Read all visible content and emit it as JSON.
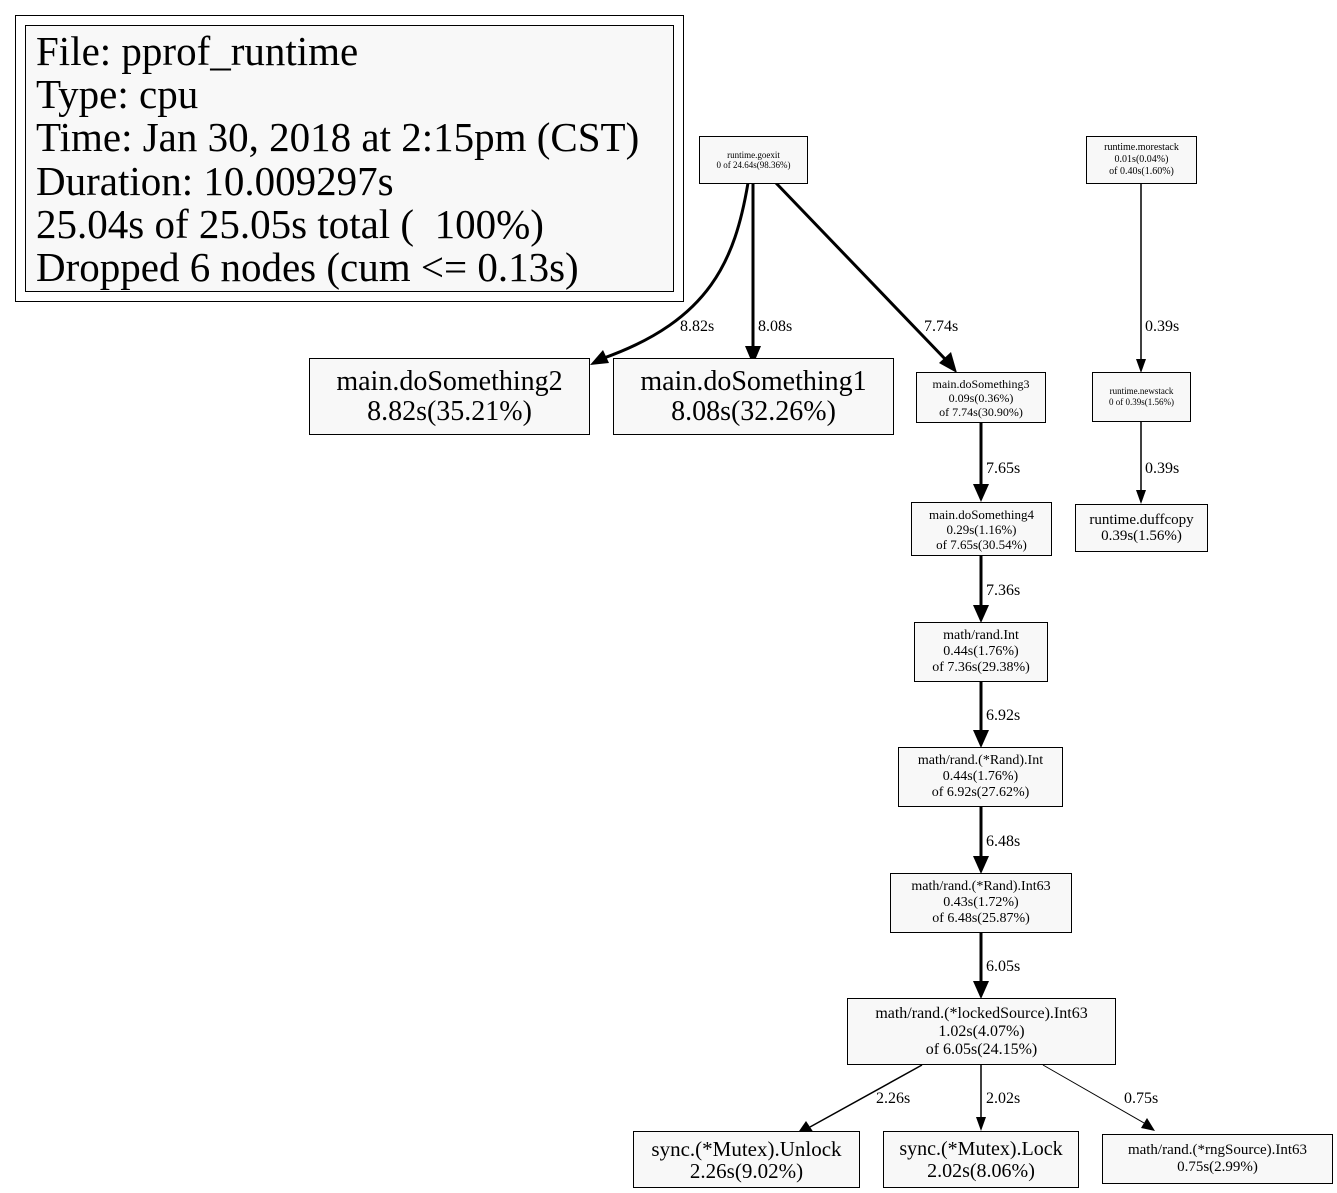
{
  "legend": {
    "file": "File: pprof_runtime",
    "type": "Type: cpu",
    "time": "Time: Jan 30, 2018 at 2:15pm (CST)",
    "duration": "Duration: 10.009297s",
    "total": "25.04s of 25.05s total (  100%)",
    "dropped": "Dropped 6 nodes (cum <= 0.13s)"
  },
  "nodes": {
    "goexit": {
      "name": "runtime.goexit",
      "flat": "0 of 24.64s(98.36%)"
    },
    "morestack": {
      "name": "runtime.morestack",
      "flat": "0.01s(0.04%)",
      "cum": "of 0.40s(1.60%)"
    },
    "doSomething2": {
      "name": "main.doSomething2",
      "flat": "8.82s(35.21%)"
    },
    "doSomething1": {
      "name": "main.doSomething1",
      "flat": "8.08s(32.26%)"
    },
    "doSomething3": {
      "name": "main.doSomething3",
      "flat": "0.09s(0.36%)",
      "cum": "of 7.74s(30.90%)"
    },
    "newstack": {
      "name": "runtime.newstack",
      "flat": "0 of 0.39s(1.56%)"
    },
    "doSomething4": {
      "name": "main.doSomething4",
      "flat": "0.29s(1.16%)",
      "cum": "of 7.65s(30.54%)"
    },
    "duffcopy": {
      "name": "runtime.duffcopy",
      "flat": "0.39s(1.56%)"
    },
    "randInt": {
      "name": "math/rand.Int",
      "flat": "0.44s(1.76%)",
      "cum": "of 7.36s(29.38%)"
    },
    "randRandInt": {
      "name": "math/rand.(*Rand).Int",
      "flat": "0.44s(1.76%)",
      "cum": "of 6.92s(27.62%)"
    },
    "randRandInt63": {
      "name": "math/rand.(*Rand).Int63",
      "flat": "0.43s(1.72%)",
      "cum": "of 6.48s(25.87%)"
    },
    "lockedSource": {
      "name": "math/rand.(*lockedSource).Int63",
      "flat": "1.02s(4.07%)",
      "cum": "of 6.05s(24.15%)"
    },
    "mutexUnlock": {
      "name": "sync.(*Mutex).Unlock",
      "flat": "2.26s(9.02%)"
    },
    "mutexLock": {
      "name": "sync.(*Mutex).Lock",
      "flat": "2.02s(8.06%)"
    },
    "rngSource": {
      "name": "math/rand.(*rngSource).Int63",
      "flat": "0.75s(2.99%)"
    }
  },
  "edges": [
    {
      "id": "goexit-doSomething2",
      "label": "8.82s"
    },
    {
      "id": "goexit-doSomething1",
      "label": "8.08s"
    },
    {
      "id": "goexit-doSomething3",
      "label": "7.74s"
    },
    {
      "id": "morestack-newstack",
      "label": "0.39s"
    },
    {
      "id": "doSomething3-doSomething4",
      "label": "7.65s"
    },
    {
      "id": "newstack-duffcopy",
      "label": "0.39s"
    },
    {
      "id": "doSomething4-randInt",
      "label": "7.36s"
    },
    {
      "id": "randInt-randRandInt",
      "label": "6.92s"
    },
    {
      "id": "randRandInt-randRandInt63",
      "label": "6.48s"
    },
    {
      "id": "randRandInt63-lockedSource",
      "label": "6.05s"
    },
    {
      "id": "lockedSource-mutexUnlock",
      "label": "2.26s"
    },
    {
      "id": "lockedSource-mutexLock",
      "label": "2.02s"
    },
    {
      "id": "lockedSource-rngSource",
      "label": "0.75s"
    }
  ]
}
